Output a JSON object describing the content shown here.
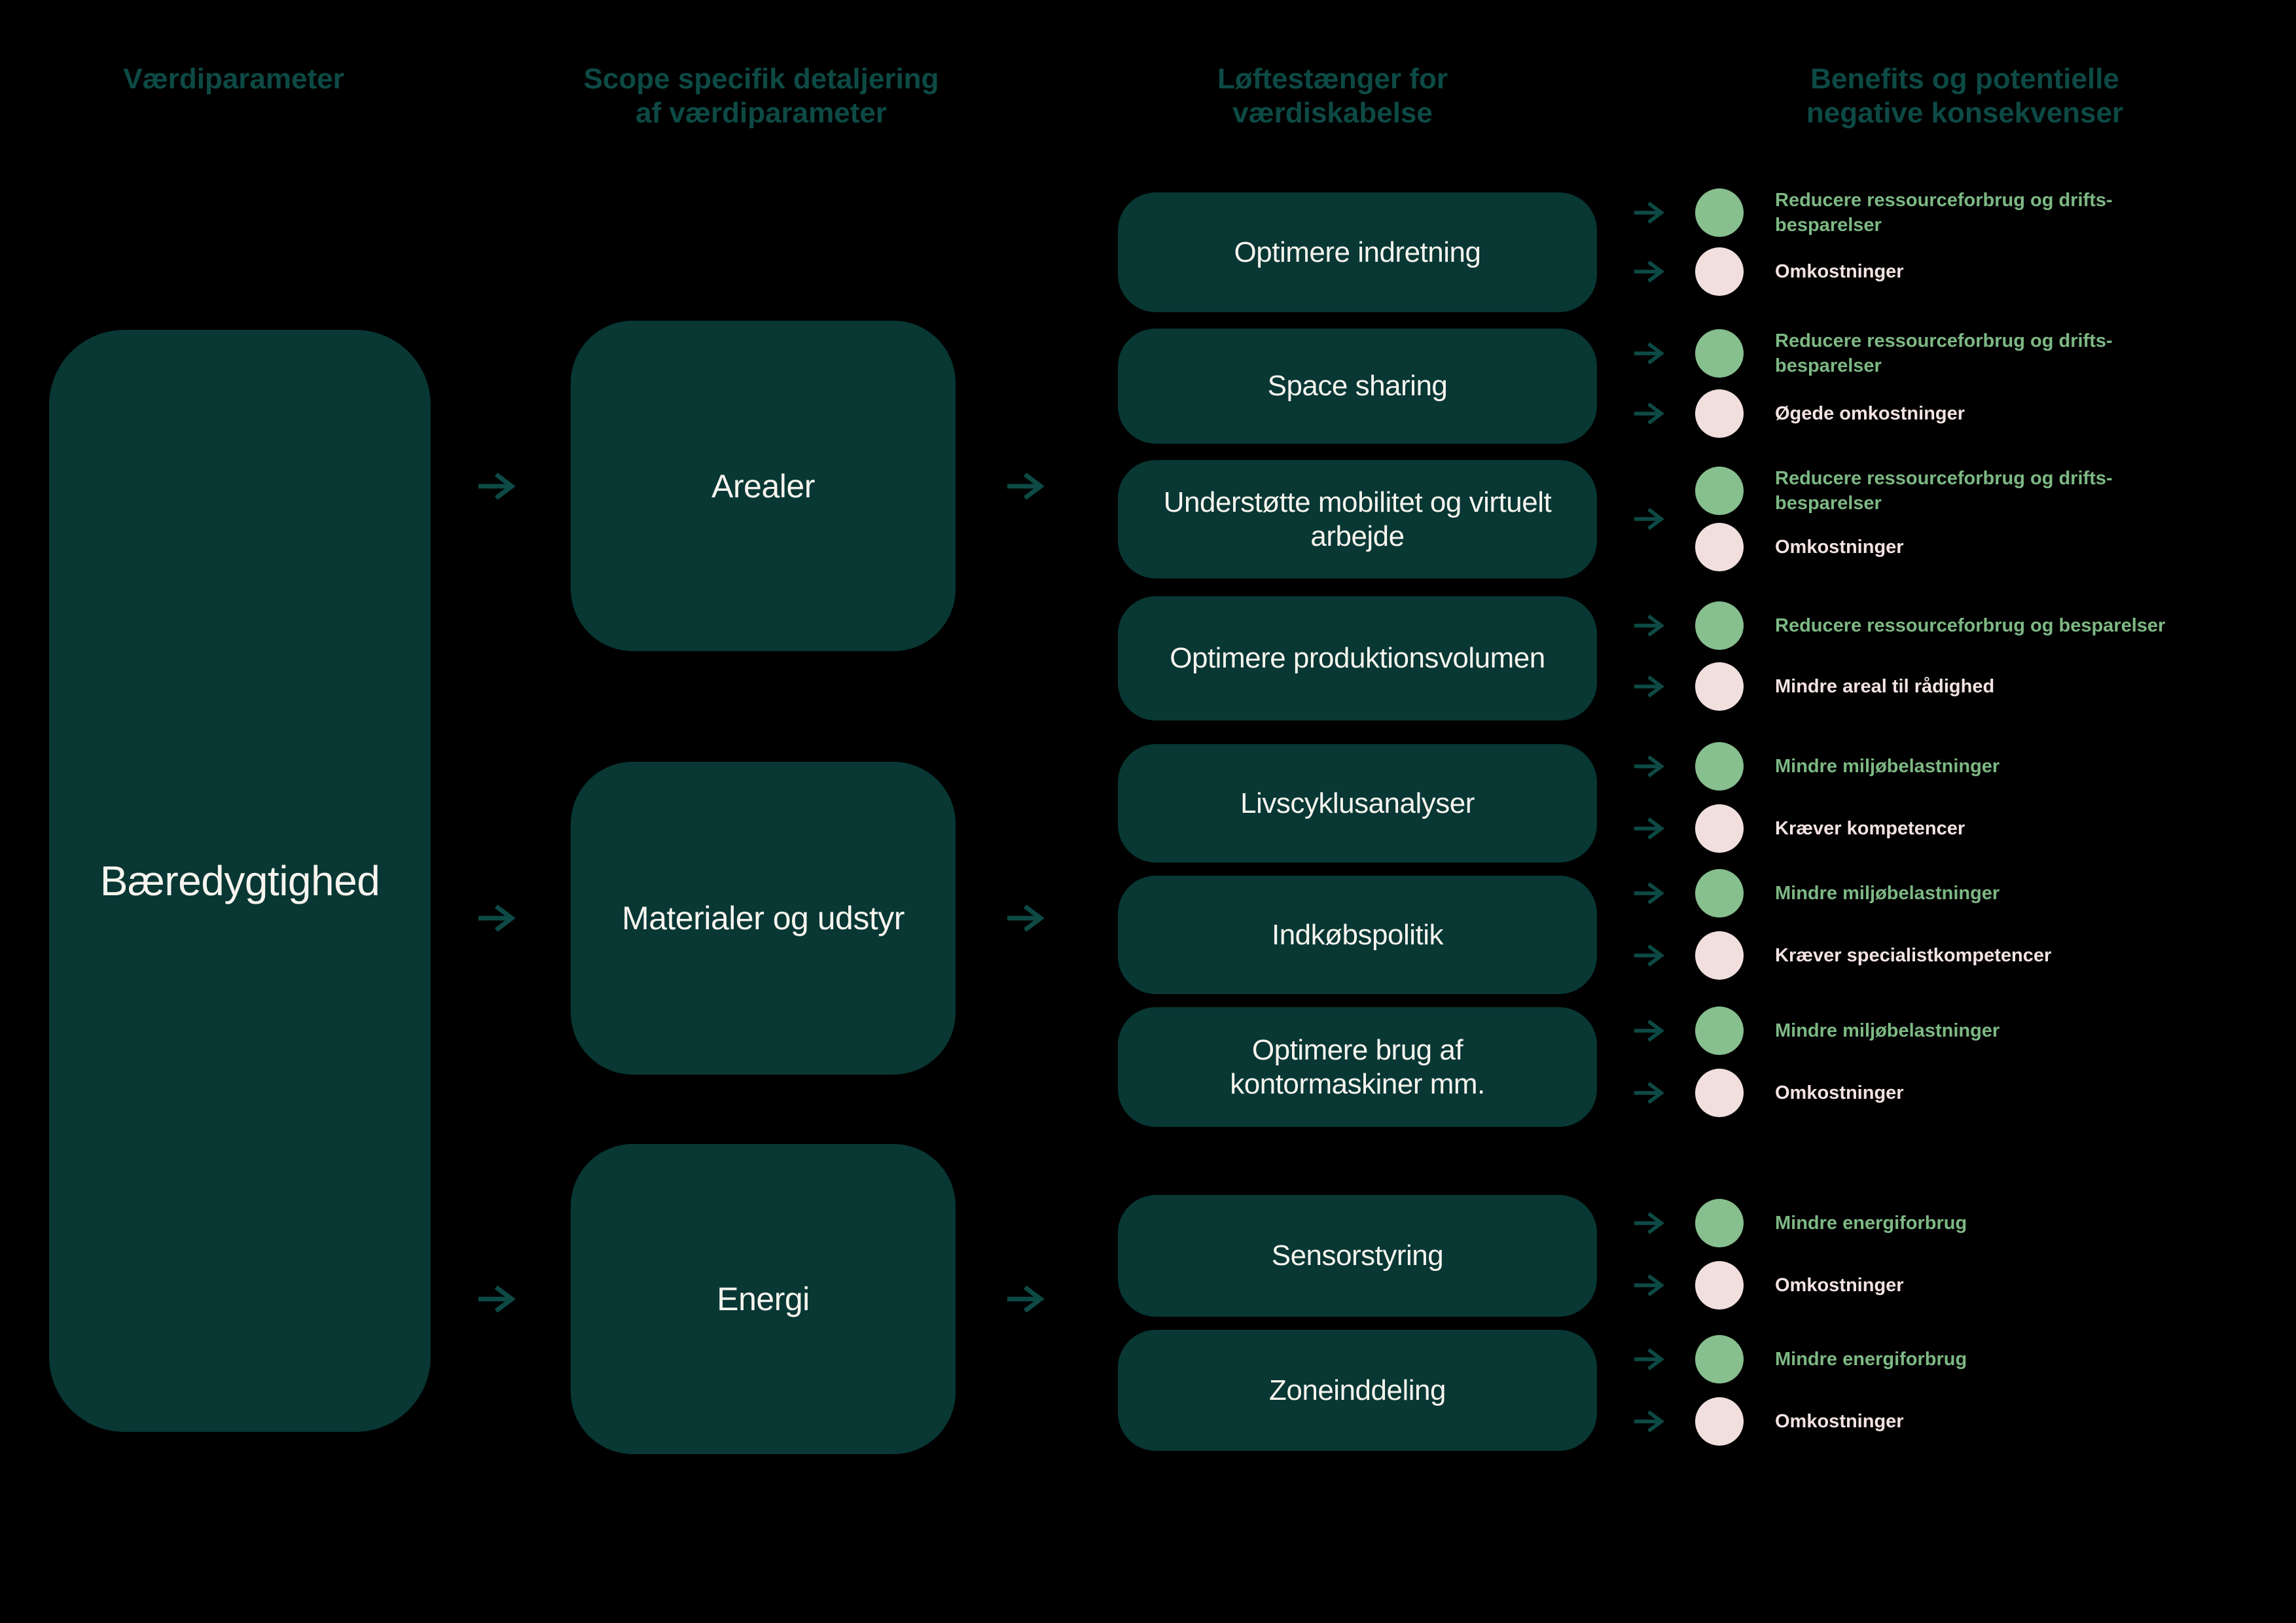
{
  "headers": [
    {
      "lines": [
        "Værdiparameter"
      ]
    },
    {
      "lines": [
        "Scope specifik detaljering",
        "af værdiparameter"
      ]
    },
    {
      "lines": [
        "Løftestænger for",
        "værdiskabelse"
      ]
    },
    {
      "lines": [
        "Benefits og potentielle",
        "negative konsekvenser"
      ]
    }
  ],
  "value_parameter": {
    "label": "Bæredygtighed"
  },
  "scopes": [
    {
      "label": "Arealer"
    },
    {
      "label": "Materialer og udstyr"
    },
    {
      "label": "Energi"
    }
  ],
  "levers": [
    {
      "lines": [
        "Optimere indretning"
      ]
    },
    {
      "lines": [
        "Space sharing"
      ]
    },
    {
      "lines": [
        "Understøtte mobilitet og virtuelt",
        "arbejde"
      ]
    },
    {
      "lines": [
        "Optimere produktionsvolumen"
      ]
    },
    {
      "lines": [
        "Livscyklusanalyser"
      ]
    },
    {
      "lines": [
        "Indkøbspolitik"
      ]
    },
    {
      "lines": [
        "Optimere brug af",
        "kontormaskiner mm."
      ]
    },
    {
      "lines": [
        "Sensorstyring"
      ]
    },
    {
      "lines": [
        "Zoneinddeling"
      ]
    }
  ],
  "benefit_groups": [
    {
      "benefit": {
        "lines": [
          "Reducere ressourceforbrug og drifts-",
          "besparelser"
        ]
      },
      "consequence": {
        "lines": [
          "Omkostninger"
        ]
      },
      "single_arrow": false
    },
    {
      "benefit": {
        "lines": [
          "Reducere ressourceforbrug og drifts-",
          "besparelser"
        ]
      },
      "consequence": {
        "lines": [
          "Øgede omkostninger"
        ]
      },
      "single_arrow": false
    },
    {
      "benefit": {
        "lines": [
          "Reducere ressourceforbrug og drifts-",
          "besparelser"
        ]
      },
      "consequence": {
        "lines": [
          "Omkostninger"
        ]
      },
      "single_arrow": true
    },
    {
      "benefit": {
        "lines": [
          "Reducere ressourceforbrug og besparelser"
        ]
      },
      "consequence": {
        "lines": [
          "Mindre areal til rådighed"
        ]
      },
      "single_arrow": false
    },
    {
      "benefit": {
        "lines": [
          "Mindre miljøbelastninger"
        ]
      },
      "consequence": {
        "lines": [
          "Kræver kompetencer"
        ]
      },
      "single_arrow": false
    },
    {
      "benefit": {
        "lines": [
          "Mindre miljøbelastninger"
        ]
      },
      "consequence": {
        "lines": [
          "Kræver specialistkompetencer"
        ]
      },
      "single_arrow": false
    },
    {
      "benefit": {
        "lines": [
          "Mindre miljøbelastninger"
        ]
      },
      "consequence": {
        "lines": [
          "Omkostninger"
        ]
      },
      "single_arrow": false
    },
    {
      "benefit": {
        "lines": [
          "Mindre energiforbrug"
        ]
      },
      "consequence": {
        "lines": [
          "Omkostninger"
        ]
      },
      "single_arrow": false
    },
    {
      "benefit": {
        "lines": [
          "Mindre energiforbrug"
        ]
      },
      "consequence": {
        "lines": [
          "Omkostninger"
        ]
      },
      "single_arrow": false
    }
  ],
  "icons": {
    "arrow_right": "→"
  },
  "colors": {
    "background": "#000000",
    "box_fill": "#083734",
    "box_text": "#f7f4ee",
    "header_text": "#0d4a45",
    "arrow": "#0d4a45",
    "benefit_green_circle": "#87bf8e",
    "benefit_green_text": "#7db884",
    "consequence_pink_circle": "#f1dfde",
    "consequence_pink_text": "#f3e3e2"
  }
}
